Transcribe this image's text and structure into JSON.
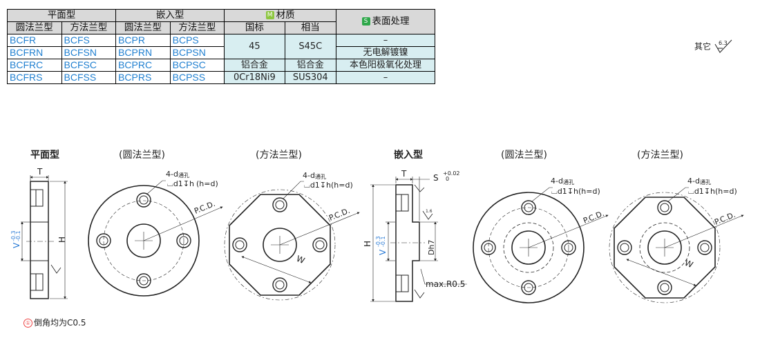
{
  "table": {
    "group_flat": "平面型",
    "group_embed": "嵌入型",
    "group_material_badge": "M",
    "group_material": "材质",
    "group_surface_badge": "S",
    "group_surface": "表面处理",
    "sub_round": "圆法兰型",
    "sub_square": "方法兰型",
    "sub_round2": "圆法兰型",
    "sub_square2": "方法兰型",
    "sub_national": "国标",
    "sub_equivalent": "相当",
    "rows": [
      {
        "c1": "BCFR",
        "c2": "BCFS",
        "c3": "BCPR",
        "c4": "BCPS"
      },
      {
        "c1": "BCFRN",
        "c2": "BCFSN",
        "c3": "BCPRN",
        "c4": "BCPSN"
      },
      {
        "c1": "BCFRC",
        "c2": "BCFSC",
        "c3": "BCPRC",
        "c4": "BCPSC"
      },
      {
        "c1": "BCFRS",
        "c2": "BCFSS",
        "c3": "BCPRS",
        "c4": "BCPSS"
      }
    ],
    "mat_45": "45",
    "mat_s45c": "S45C",
    "surf_r1": "–",
    "surf_r2": "无电解镀镍",
    "mat_al": "铝合金",
    "mat_al2": "铝合金",
    "surf_r3": "本色阳极氧化处理",
    "mat_ss": "0Cr18Ni9",
    "mat_sus": "SUS304",
    "surf_r4": "–"
  },
  "roughness": {
    "label": "其它",
    "value": "6.3"
  },
  "drawing": {
    "flat_title": "平面型",
    "flat_round": "(圆法兰型)",
    "flat_square": "(方法兰型)",
    "embed_title": "嵌入型",
    "embed_round": "(圆法兰型)",
    "embed_square": "(方法兰型)",
    "hole_label": "4-d",
    "hole_thru": "通孔",
    "cb_label": "d1",
    "cb_depth": "h",
    "cb_paren_a": "(h=d)",
    "cb_paren_b": "(h=d)",
    "cb_paren_c": "(h=d)",
    "cb_paren_d": "(h=d)",
    "pcd": "P.C.D.",
    "w": "W",
    "t": "T",
    "h": "H",
    "v": "V",
    "v_tol_up": "-0.3",
    "v_tol_dn": "-0.1",
    "s": "S",
    "s_tol_up": "+0.02",
    "s_tol_dn": "0",
    "dh7": "Dh7",
    "max_r": "max.R0.5",
    "r16": "1.6"
  },
  "footnote": {
    "mark": "①",
    "text": "倒角均为C0.5"
  },
  "colors": {
    "header_bg": "#d9d9d9",
    "material_bg": "#d8eef1",
    "code_blue": "#1f7fd0",
    "v_blue": "#2a7bd6"
  }
}
